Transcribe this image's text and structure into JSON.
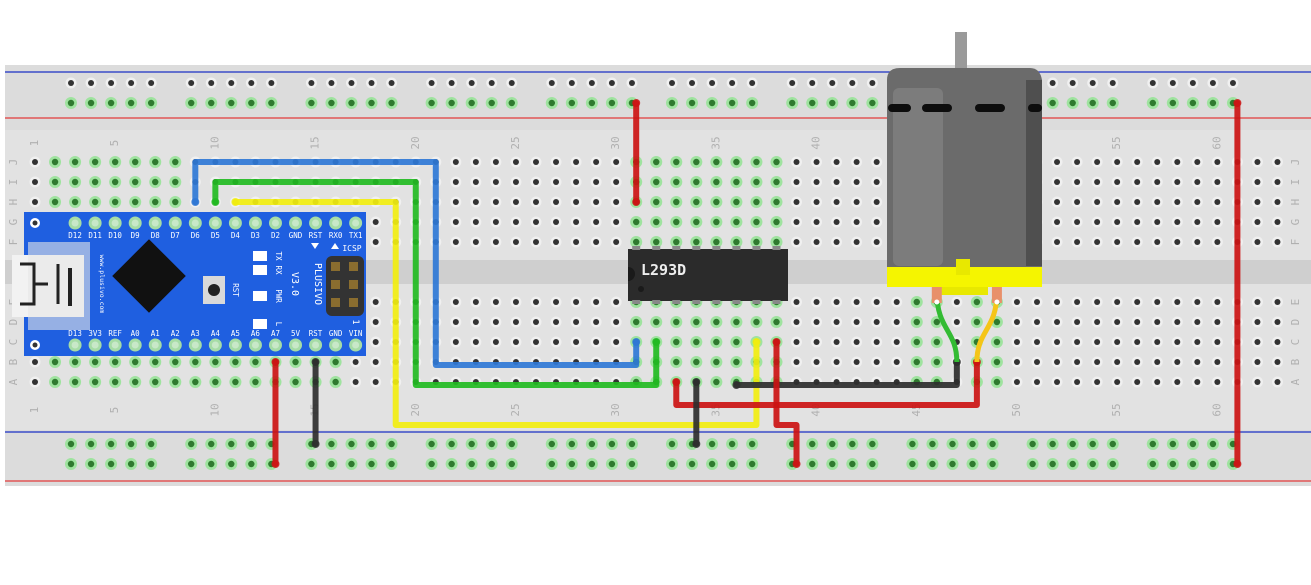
{
  "diagram": {
    "title": "Arduino Nano + L293D DC motor breadboard circuit",
    "breadboard": {
      "columns": 63,
      "row_labels_top": [
        "J",
        "I",
        "H",
        "G",
        "F"
      ],
      "row_labels_bottom": [
        "E",
        "D",
        "C",
        "B",
        "A"
      ],
      "column_numbers": [
        "1",
        "5",
        "10",
        "15",
        "20",
        "25",
        "30",
        "35",
        "40",
        "45",
        "50",
        "55",
        "60"
      ],
      "colors": {
        "board": "#dcdcdc",
        "rail_red": "#e23b3b",
        "rail_blue": "#1b2fc4",
        "hole": "#333333",
        "active_hole": "#2f7a2f",
        "active_halo": "#9fe39f"
      }
    },
    "arduino": {
      "name": "Arduino Nano",
      "brand": "PLUSIVO",
      "version": "V3.0",
      "website": "www.plusivo.com",
      "header_label": "ICSP",
      "header_pin1_label": "1",
      "reset_label": "RST",
      "leds": [
        "TX",
        "RX",
        "PWR",
        "L"
      ],
      "top_pins": [
        "D12",
        "D11",
        "D10",
        "D9",
        "D8",
        "D7",
        "D6",
        "D5",
        "D4",
        "D3",
        "D2",
        "GND",
        "RST",
        "RX0",
        "TX1"
      ],
      "bottom_pins": [
        "D13",
        "3V3",
        "REF",
        "A0",
        "A1",
        "A2",
        "A3",
        "A4",
        "A5",
        "A6",
        "A7",
        "5V",
        "RST",
        "GND",
        "VIN"
      ],
      "color": "#1f5fe0"
    },
    "chip": {
      "label": "L293D",
      "pins_per_side": 8,
      "color": "#2b2b2b"
    },
    "motor": {
      "name": "DC motor",
      "body_color": "#6b6b6b",
      "base_color": "#f5f500",
      "lead_color": "#e8906a"
    },
    "wires": [
      {
        "name": "wire-blue-d5",
        "color": "#2f78d6"
      },
      {
        "name": "wire-green-d4",
        "color": "#22bb22"
      },
      {
        "name": "wire-yellow-d3",
        "color": "#f2ee10"
      },
      {
        "name": "wire-red-5v",
        "color": "#cc1414"
      },
      {
        "name": "wire-black-gnd",
        "color": "#2e2e2e"
      },
      {
        "name": "wire-red-vcc",
        "color": "#cc1414"
      },
      {
        "name": "wire-red-rail-60",
        "color": "#cc1414"
      },
      {
        "name": "wire-red-chip-vs",
        "color": "#cc1414"
      },
      {
        "name": "wire-black-chip-gnd",
        "color": "#2e2e2e"
      },
      {
        "name": "wire-black-motor",
        "color": "#2e2e2e"
      },
      {
        "name": "wire-red-motor",
        "color": "#cc1414"
      },
      {
        "name": "wire-red-rail-drop",
        "color": "#cc1414"
      },
      {
        "name": "motor-lead-green",
        "color": "#33bb33"
      },
      {
        "name": "motor-lead-yellow",
        "color": "#f5c518"
      }
    ]
  }
}
